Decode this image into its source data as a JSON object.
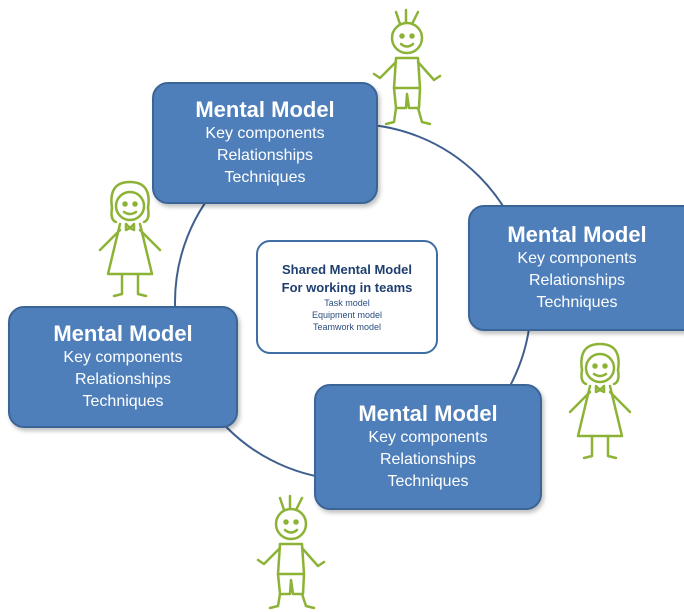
{
  "colors": {
    "box_fill": "#4f7fba",
    "box_border": "#3b6597",
    "ring": "#3f5f8f",
    "figure_stroke": "#8cb336",
    "center_text": "#1f3f70"
  },
  "mental_models": [
    {
      "title": "Mental Model",
      "lines": [
        "Key components",
        "Relationships",
        "Techniques"
      ]
    },
    {
      "title": "Mental Model",
      "lines": [
        "Key components",
        "Relationships",
        "Techniques"
      ]
    },
    {
      "title": "Mental Model",
      "lines": [
        "Key components",
        "Relationships",
        "Techniques"
      ]
    },
    {
      "title": "Mental Model",
      "lines": [
        "Key components",
        "Relationships",
        "Techniques"
      ]
    }
  ],
  "shared_model": {
    "title_line1": "Shared Mental Model",
    "title_line2": "For working in teams",
    "items": [
      "Task model",
      "Equipment model",
      "Teamwork model"
    ]
  },
  "figures": [
    {
      "icon": "boy-figure-icon"
    },
    {
      "icon": "girl-figure-icon"
    },
    {
      "icon": "girl-figure-icon"
    },
    {
      "icon": "boy-figure-icon"
    }
  ]
}
